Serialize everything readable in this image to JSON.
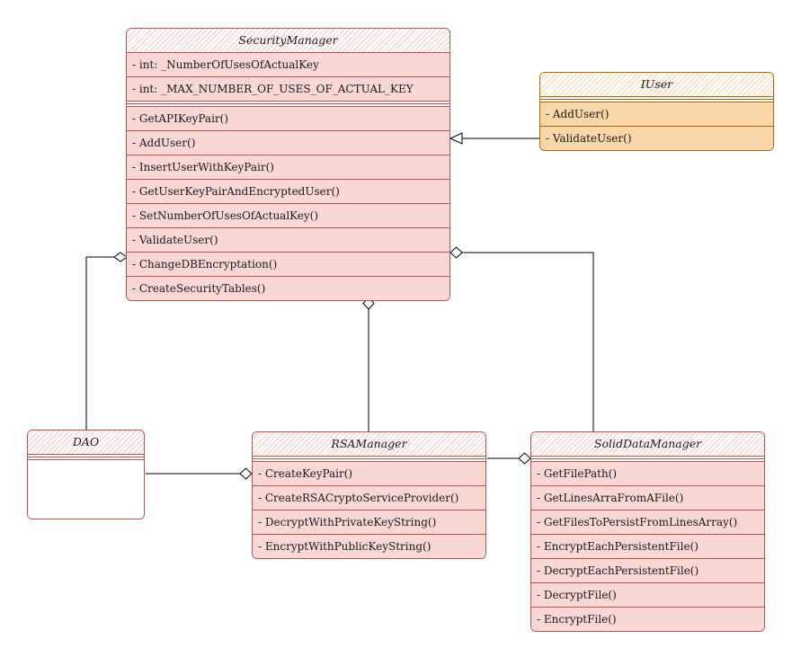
{
  "classes": {
    "security_manager": {
      "name": "SecurityManager",
      "attributes": [
        "- int: _NumberOfUsesOfActualKey",
        "- int: _MAX_NUMBER_OF_USES_OF_ACTUAL_KEY"
      ],
      "methods": [
        "- GetAPIKeyPair()",
        "- AddUser()",
        "- InsertUserWithKeyPair()",
        "- GetUserKeyPairAndEncryptedUser()",
        "- SetNumberOfUsesOfActualKey()",
        "- ValidateUser()",
        "- ChangeDBEncryptation()",
        "- CreateSecurityTables()"
      ]
    },
    "iuser": {
      "name": "IUser",
      "methods": [
        "- AddUser()",
        "- ValidateUser()"
      ]
    },
    "dao": {
      "name": "DAO"
    },
    "rsa_manager": {
      "name": "RSAManager",
      "methods": [
        "- CreateKeyPair()",
        "- CreateRSACryptoServiceProvider()",
        "- DecryptWithPrivateKeyString()",
        "- EncryptWithPublicKeyString()"
      ]
    },
    "solid_data_manager": {
      "name": "SolidDataManager",
      "methods": [
        "- GetFilePath()",
        "- GetLinesArraFromAFile()",
        "- GetFilesToPersistFromLinesArray()",
        "- EncryptEachPersistentFile()",
        "- DecryptEachPersistentFile()",
        "- DecryptFile()",
        "- EncryptFile()"
      ]
    }
  },
  "colors": {
    "red_stroke": "#b85450",
    "red_fill": "#f8d7d5",
    "orange_stroke": "#b46504",
    "orange_fill": "#fad7a8",
    "edge": "#000000"
  }
}
